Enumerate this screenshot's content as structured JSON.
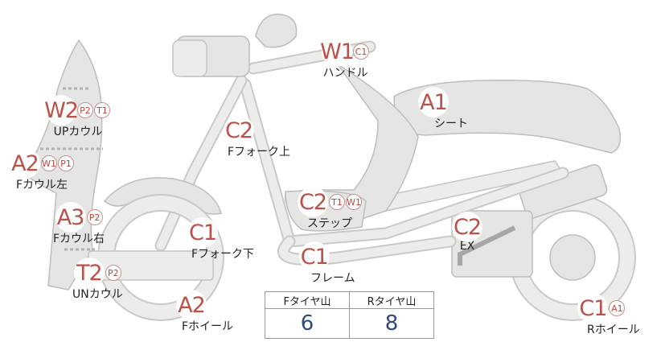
{
  "parts": [
    {
      "id": "handle",
      "code": "W1",
      "subs": [
        "C1"
      ],
      "name": "ハンドル"
    },
    {
      "id": "seat",
      "code": "A1",
      "subs": [],
      "name": "シート"
    },
    {
      "id": "up-cowl",
      "code": "W2",
      "subs": [
        "P2",
        "T1"
      ],
      "name": "UPカウル"
    },
    {
      "id": "f-cowl-left",
      "code": "A2",
      "subs": [
        "W1",
        "P1"
      ],
      "name": "Fカウル左"
    },
    {
      "id": "f-fork-upper",
      "code": "C2",
      "subs": [],
      "name": "Fフォーク上"
    },
    {
      "id": "step",
      "code": "C2",
      "subs": [
        "T1",
        "W1"
      ],
      "name": "ステップ"
    },
    {
      "id": "f-cowl-right",
      "code": "A3",
      "subs": [
        "P2"
      ],
      "name": "Fカウル右"
    },
    {
      "id": "f-fork-lower",
      "code": "C1",
      "subs": [],
      "name": "Fフォーク下"
    },
    {
      "id": "exhaust",
      "code": "C2",
      "subs": [],
      "name": "EX"
    },
    {
      "id": "frame",
      "code": "C1",
      "subs": [],
      "name": "フレーム"
    },
    {
      "id": "un-cowl",
      "code": "T2",
      "subs": [
        "P2"
      ],
      "name": "UNカウル"
    },
    {
      "id": "f-wheel",
      "code": "A2",
      "subs": [],
      "name": "Fホイール"
    },
    {
      "id": "r-wheel",
      "code": "C1",
      "subs": [
        "A1"
      ],
      "name": "Rホイール"
    }
  ],
  "tire_table": {
    "headers": [
      "Fタイヤ山",
      "Rタイヤ山"
    ],
    "values": [
      "6",
      "8"
    ]
  }
}
